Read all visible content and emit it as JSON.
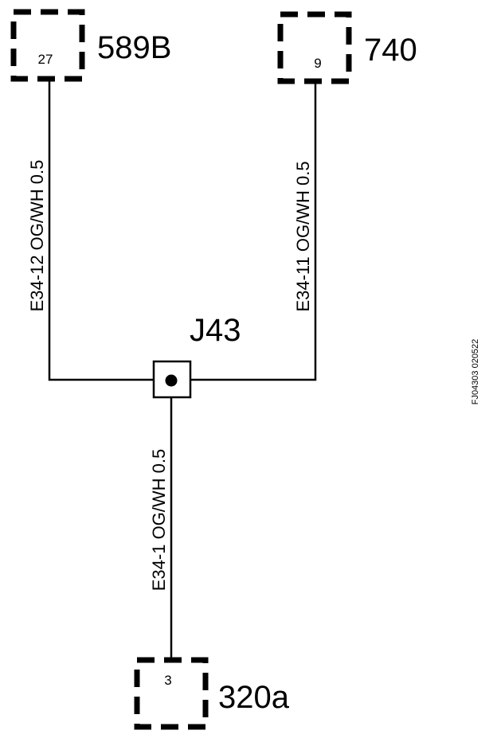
{
  "connectors": [
    {
      "id": "589B",
      "pin": "27"
    },
    {
      "id": "740",
      "pin": "9"
    },
    {
      "id": "320a",
      "pin": "3"
    }
  ],
  "splice": {
    "id": "J43"
  },
  "wires": [
    {
      "label": "E34-12  OG/WH  0.5"
    },
    {
      "label": "E34-11  OG/WH  0.5"
    },
    {
      "label": "E34-1  OG/WH  0.5"
    }
  ],
  "figure_code": "FJ04303  020522",
  "colors": {
    "line": "#000000",
    "background": "#ffffff"
  }
}
